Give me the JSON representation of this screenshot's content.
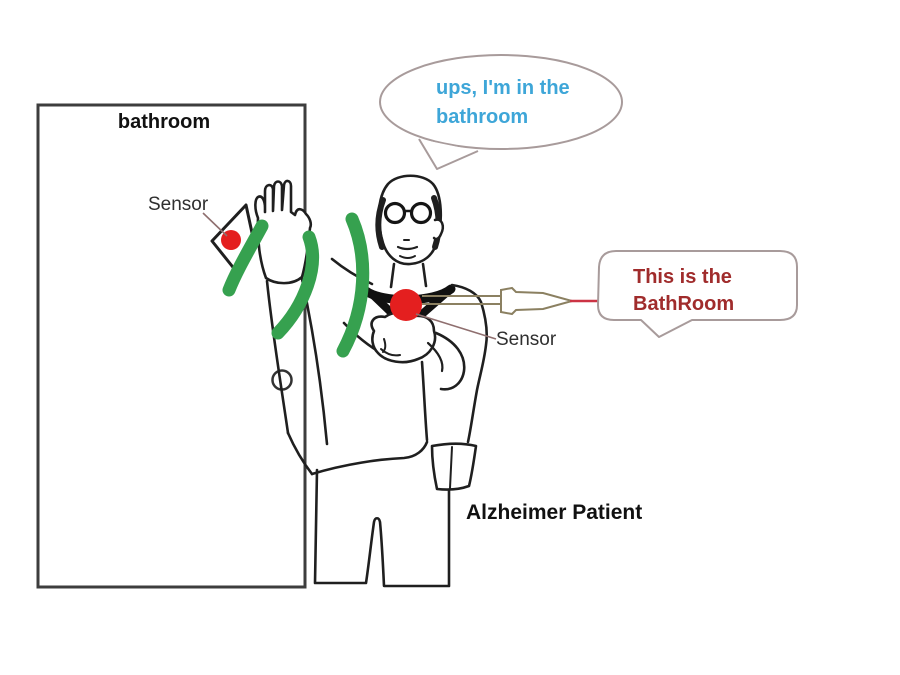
{
  "labels": {
    "room": "bathroom",
    "door_sensor": "Sensor",
    "chest_sensor": "Sensor",
    "patient": "Alzheimer Patient"
  },
  "thought_bubble": {
    "line1": "ups, I'm in the",
    "line2": "bathroom"
  },
  "speech_bubble": {
    "line1": "This is the",
    "line2": "BathRoom"
  },
  "colors": {
    "signal_green": "#36a14f",
    "sensor_red": "#e41f1f",
    "thought_text_blue": "#3ea6d8",
    "speech_text_red": "#a02c2c",
    "bubble_border": "#a89b9b",
    "figure_outline": "#1f1f1f",
    "door_outline": "#3d3d3d",
    "arrow_shaft_tan": "#8b8061",
    "arrow_tip_red": "#cc3344",
    "leader_line": "#8f6f6f"
  }
}
